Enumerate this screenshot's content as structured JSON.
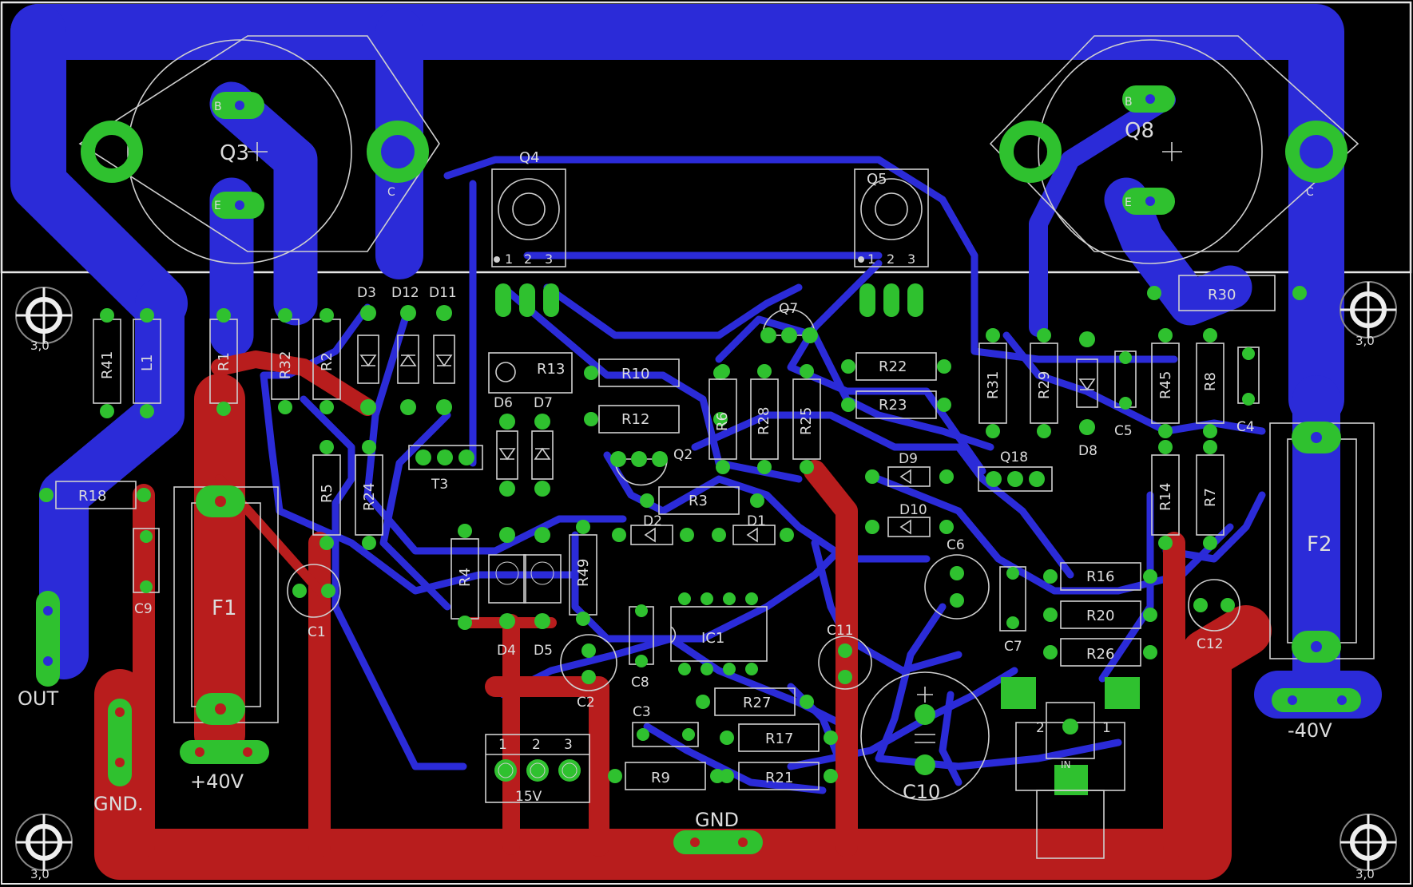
{
  "board": {
    "colors": {
      "background": "#000000",
      "top_copper": "#2b2bd8",
      "bottom_copper": "#b81d1d",
      "pad": "#2fc12f",
      "silkscreen": "#cfcfcf"
    }
  },
  "transistors": {
    "q3": "Q3",
    "q8": "Q8",
    "q4": "Q4",
    "q5": "Q5",
    "q7": "Q7",
    "q2": "Q2",
    "q18": "Q18",
    "t3": "T3"
  },
  "pin_letters": {
    "b": "B",
    "e": "E",
    "c": "C"
  },
  "pin_numbers": {
    "p1": "1",
    "p2": "2",
    "p3": "3"
  },
  "resistors": {
    "r41": "R41",
    "l1": "L1",
    "r1": "R1",
    "r32": "R32",
    "r2": "R2",
    "r13": "R13",
    "r10": "R10",
    "r12": "R12",
    "r6": "R6",
    "r28": "R28",
    "r25": "R25",
    "r22": "R22",
    "r23": "R23",
    "r31": "R31",
    "r29": "R29",
    "r45": "R45",
    "r8": "R8",
    "r30": "R30",
    "r18": "R18",
    "r5": "R5",
    "r24": "R24",
    "r3": "R3",
    "r4": "R4",
    "r49": "R49",
    "r14": "R14",
    "r7": "R7",
    "r16": "R16",
    "r20": "R20",
    "r26": "R26",
    "r27": "R27",
    "r17": "R17",
    "r21": "R21",
    "r9": "R9"
  },
  "diodes": {
    "d3": "D3",
    "d12": "D12",
    "d11": "D11",
    "d6": "D6",
    "d7": "D7",
    "d9": "D9",
    "d10": "D10",
    "d2": "D2",
    "d1": "D1",
    "d4": "D4",
    "d5": "D5",
    "d8": "D8"
  },
  "capacitors": {
    "c1": "C1",
    "c2": "C2",
    "c3": "C3",
    "c4": "C4",
    "c5": "C5",
    "c6": "C6",
    "c7": "C7",
    "c8": "C8",
    "c9": "C9",
    "c10": "C10",
    "c11": "C11",
    "c12": "C12"
  },
  "fuses": {
    "f1": "F1",
    "f2": "F2"
  },
  "ic": {
    "ic1": "IC1"
  },
  "connectors": {
    "out": "OUT",
    "gnd_left": "GND.",
    "plus40": "+40V",
    "minus40": "-40V",
    "gnd_bottom": "GND",
    "v15": "15V",
    "in_label": "IN"
  },
  "mount_holes": {
    "size": "3,0"
  }
}
